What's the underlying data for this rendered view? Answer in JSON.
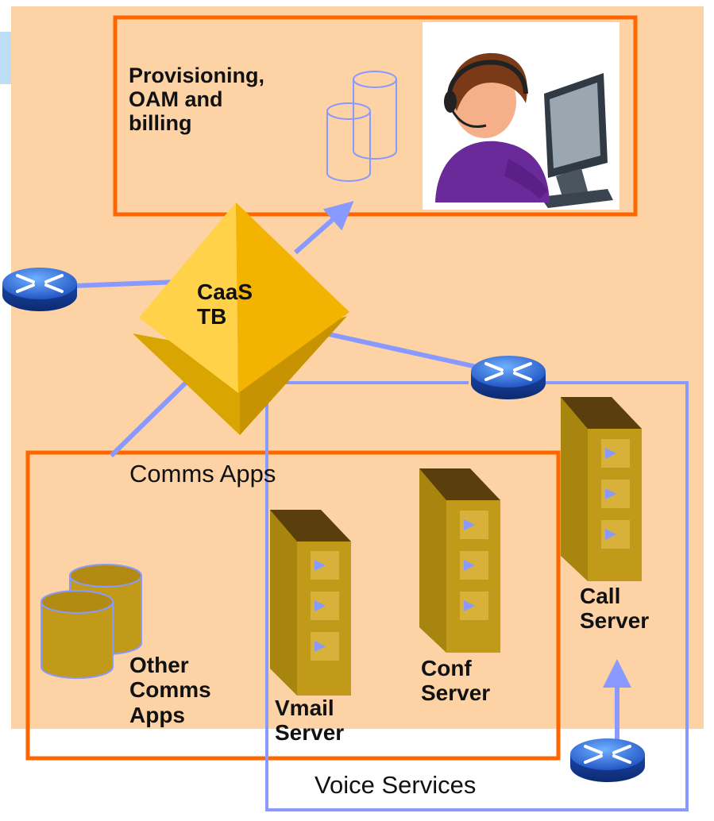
{
  "labels": {
    "provisioning": "Provisioning,\nOAM and\nbilling",
    "caas": "CaaS\nTB",
    "comms_apps": "Comms Apps",
    "other_comms": "Other\nComms\nApps",
    "vmail": "Vmail\nServer",
    "conf": "Conf\nServer",
    "call": "Call\nServer",
    "voice_services": "Voice Services"
  },
  "colors": {
    "background": "#fdd3a5",
    "box_border": "#ff6600",
    "link": "#8899ff",
    "diamond_light": "#ffd24a",
    "diamond_dark": "#f2b400",
    "server_face": "#c09a18",
    "server_top": "#5a3f0c",
    "router_blue": "#1f5ecf"
  }
}
